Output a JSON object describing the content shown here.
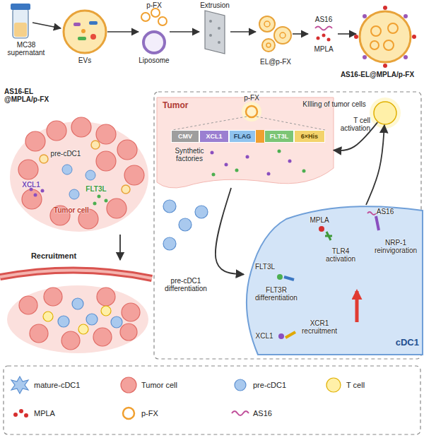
{
  "diagram": {
    "nodes": [
      {
        "text": [
          "Tumor"
        ]
      },
      {
        "text": [
          "CMV"
        ],
        "in": 0
      },
      {
        "text": [
          "XCL1"
        ],
        "in": 0
      },
      {
        "text": [
          "FLAG"
        ],
        "in": 0
      },
      {
        "text": [
          "FLT3L"
        ],
        "in": 0
      },
      {
        "text": [
          "6×His"
        ],
        "in": 0
      },
      {
        "text": [
          "cDC1"
        ]
      },
      {
        "text": [
          "T cell activation"
        ]
      }
    ],
    "edges": [
      {
        "from": 0,
        "to": 6,
        "arrow": "to",
        "label": "pre-cDC1 differentiation"
      },
      {
        "from": 6,
        "to": 7,
        "arrow": "to"
      },
      {
        "from": 7,
        "to": 0,
        "arrow": "to",
        "label": "KIlling of tumor cells"
      }
    ],
    "labels": [
      "MC38 supernatant",
      "EVs",
      "p-FX",
      "Extrusion",
      "Liposome",
      "EL@p-FX",
      "AS16",
      "MPLA",
      "AS16-EL@MPLA/p-FX",
      "AS16-EL @MPLA/p-FX",
      "pre-cDC1",
      "XCL1",
      "FLT3L",
      "Tumor cell",
      "Recruitment",
      "p-FX",
      "Synthetic factories",
      "AS16",
      "MPLA",
      "TLR4 activation",
      "FLT3L",
      "FLT3R differentiation",
      "NRP-1 reinvigoration",
      "XCL1",
      "XCR1 recruitment"
    ],
    "legend": [
      {
        "text": "mature-cDC1"
      },
      {
        "text": "Tumor cell"
      },
      {
        "text": "pre-cDC1"
      },
      {
        "text": "T cell"
      },
      {
        "text": "MPLA"
      },
      {
        "text": "p-FX"
      },
      {
        "text": "AS16"
      }
    ]
  }
}
